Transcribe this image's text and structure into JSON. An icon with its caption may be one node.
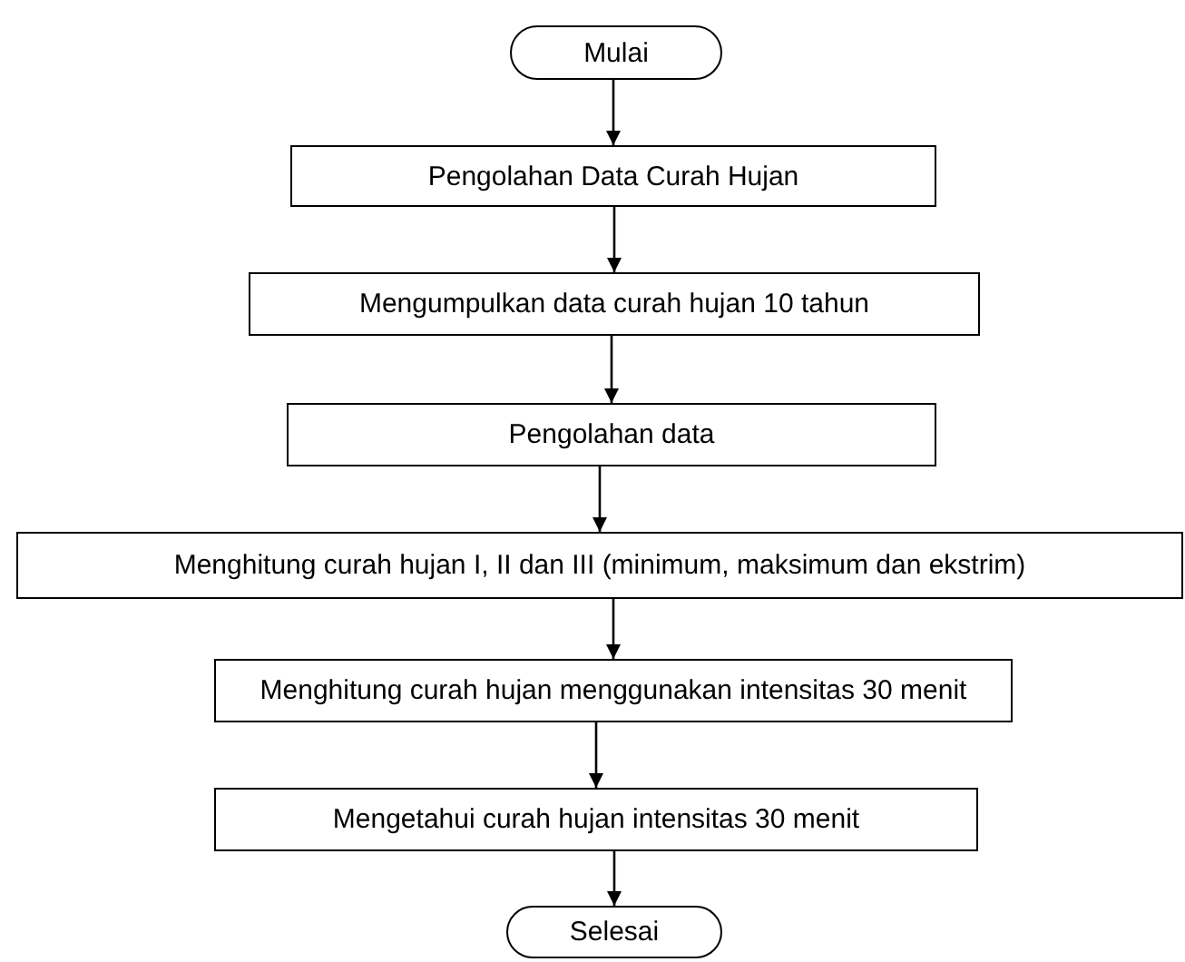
{
  "diagram": {
    "nodes": [
      {
        "text": [
          "Mulai"
        ]
      },
      {
        "text": [
          "Pengolahan Data Curah Hujan"
        ]
      },
      {
        "text": [
          "Mengumpulkan data curah hujan 10 tahun"
        ]
      },
      {
        "text": [
          "Pengolahan data"
        ]
      },
      {
        "text": [
          "Menghitung curah hujan I, II dan III (minimum, maksimum dan ekstrim)"
        ]
      },
      {
        "text": [
          "Menghitung curah hujan menggunakan intensitas 30 menit"
        ]
      },
      {
        "text": [
          "Mengetahui curah hujan intensitas 30 menit"
        ]
      },
      {
        "text": [
          "Selesai"
        ]
      }
    ],
    "edges": [
      {
        "from": 0,
        "to": 1,
        "arrow": "to"
      },
      {
        "from": 1,
        "to": 2,
        "arrow": "to"
      },
      {
        "from": 2,
        "to": 3,
        "arrow": "to"
      },
      {
        "from": 3,
        "to": 4,
        "arrow": "to"
      },
      {
        "from": 4,
        "to": 5,
        "arrow": "to"
      },
      {
        "from": 5,
        "to": 6,
        "arrow": "to"
      },
      {
        "from": 6,
        "to": 7,
        "arrow": "to"
      }
    ]
  }
}
